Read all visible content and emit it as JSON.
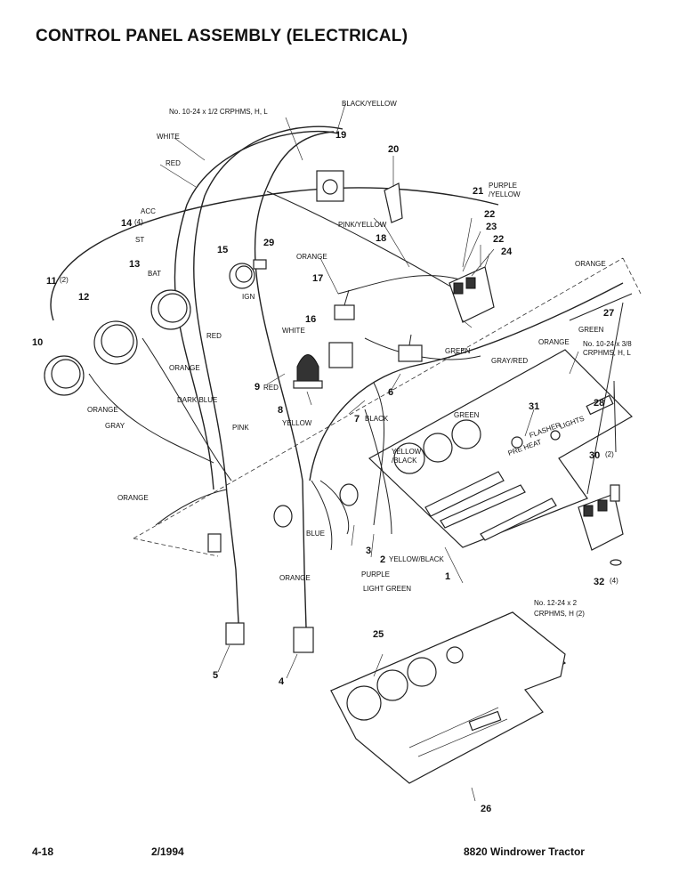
{
  "title": "CONTROL PANEL ASSEMBLY (ELECTRICAL)",
  "footer": {
    "page": "4-18",
    "date": "2/1994",
    "model": "8820 Windrower Tractor"
  },
  "labels": {
    "black_yellow": "BLACK/YELLOW",
    "screw_top": "No. 10-24 x 1/2 CRPHMS, H, L",
    "white_top": "WHITE",
    "red_top": "RED",
    "acc": "ACC",
    "st": "ST",
    "bat": "BAT",
    "ign": "IGN",
    "purple_yellow_1": "PURPLE",
    "purple_yellow_2": "/YELLOW",
    "pink_yellow": "PINK/YELLOW",
    "orange_1": "ORANGE",
    "orange_r": "ORANGE",
    "green_r": "GREEN",
    "orange_mid": "ORANGE",
    "screw_right_1": "No. 10-24 x 3/8",
    "screw_right_2": "CRPHMS, H, L",
    "green_mid": "GREEN",
    "gray_red": "GRAY/RED",
    "white_mid": "WHITE",
    "red_mid": "RED",
    "orange_left": "ORANGE",
    "dark_blue": "DARK BLUE",
    "orange_left2": "ORANGE",
    "gray": "GRAY",
    "pink": "PINK",
    "red_9": "RED",
    "yellow_8": "YELLOW",
    "black_7": "BLACK",
    "green_low": "GREEN",
    "yellow_black_1": "YELLOW",
    "yellow_black_2": "/BLACK",
    "flasher": "FLASHER",
    "lights": "LIGHTS",
    "pre_heat": "PRE HEAT",
    "orange_bottom": "ORANGE",
    "blue": "BLUE",
    "orange_low": "ORANGE",
    "purple": "PURPLE",
    "light_green": "LIGHT GREEN",
    "yellow_black_2b": "YELLOW/BLACK",
    "screw_bottom_1": "No. 12-24 x 2",
    "screw_bottom_2": "CRPHMS, H (2)"
  },
  "callouts": {
    "c1": "1",
    "c2": "2",
    "c3": "3",
    "c4": "4",
    "c5": "5",
    "c6": "6",
    "c7": "7",
    "c8": "8",
    "c9": "9",
    "c10": "10",
    "c11": "11",
    "c11q": "(2)",
    "c12": "12",
    "c13": "13",
    "c14": "14",
    "c14q": "(4)",
    "c15": "15",
    "c16": "16",
    "c17": "17",
    "c18": "18",
    "c19": "19",
    "c20": "20",
    "c21": "21",
    "c22a": "22",
    "c22b": "22",
    "c23": "23",
    "c24": "24",
    "c25": "25",
    "c26": "26",
    "c27": "27",
    "c28": "28",
    "c29": "29",
    "c30": "30",
    "c30q": "(2)",
    "c31": "31",
    "c32": "32",
    "c32q": "(4)"
  }
}
